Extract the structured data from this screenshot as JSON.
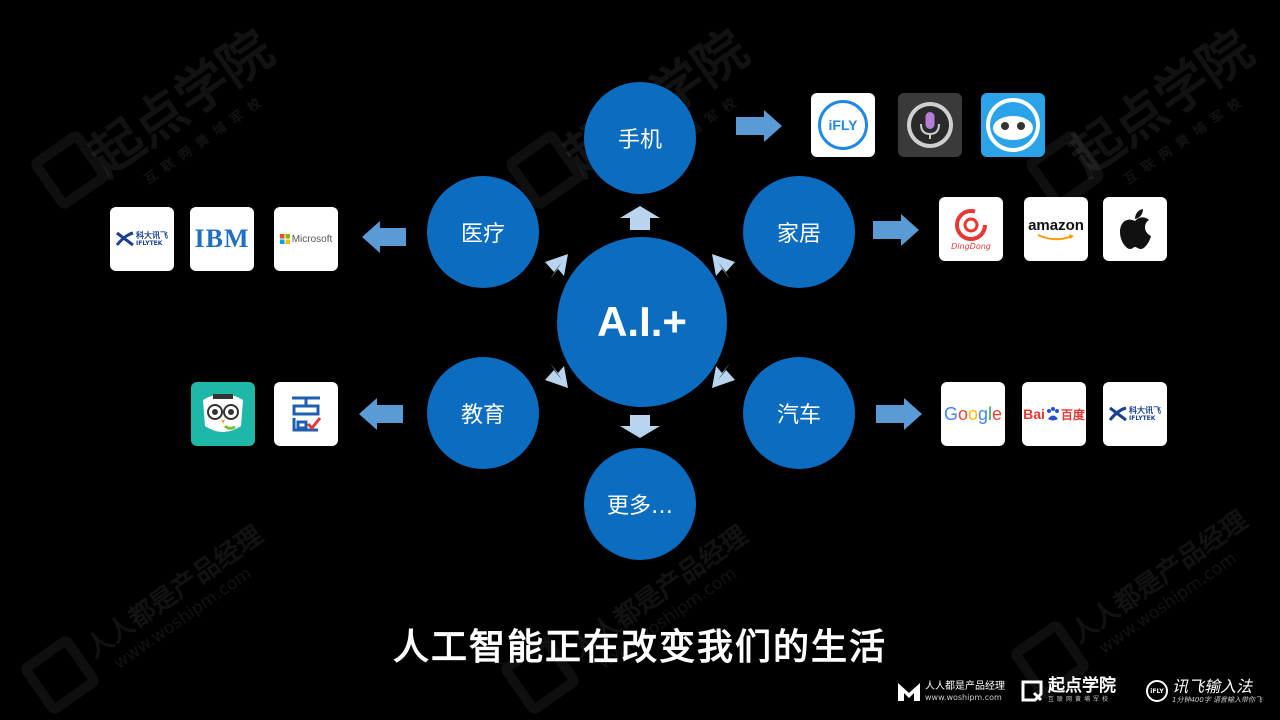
{
  "center": {
    "label": "A.I.+"
  },
  "nodes": {
    "phone": "手机",
    "home": "家居",
    "medical": "医疗",
    "education": "教育",
    "car": "汽车",
    "more": "更多…"
  },
  "logos": {
    "iflytek_text": "科大讯飞",
    "iflytek_sub": "IFLYTEK",
    "ifly": "iFLY",
    "ibm": "IBM",
    "microsoft": "Microsoft",
    "amazon": "amazon",
    "dingdong": "DingDong",
    "google": "Google",
    "baidu_bai": "Bai",
    "baidu_du": "百度"
  },
  "caption": "人工智能正在改变我们的生活",
  "watermarks": {
    "qidian": "起点学院",
    "qidian_sub": "互联网黄埔军校",
    "renren": "人人都是产品经理",
    "renren_url": "www.woshipm.com"
  },
  "footer": {
    "woshipm_title": "人人都是产品经理",
    "woshipm_url": "www.woshipm.com",
    "qidian": "起点学院",
    "qidian_sub": "互联网黄埔军校",
    "ifly_title": "讯飞输入法",
    "ifly_sub": "1分钟400字 语音输入带你飞"
  },
  "colors": {
    "circle": "#0b6cc0",
    "arrow_center": "#b8d4ee",
    "arrow_side": "#5b9bd5",
    "background": "#000000"
  }
}
